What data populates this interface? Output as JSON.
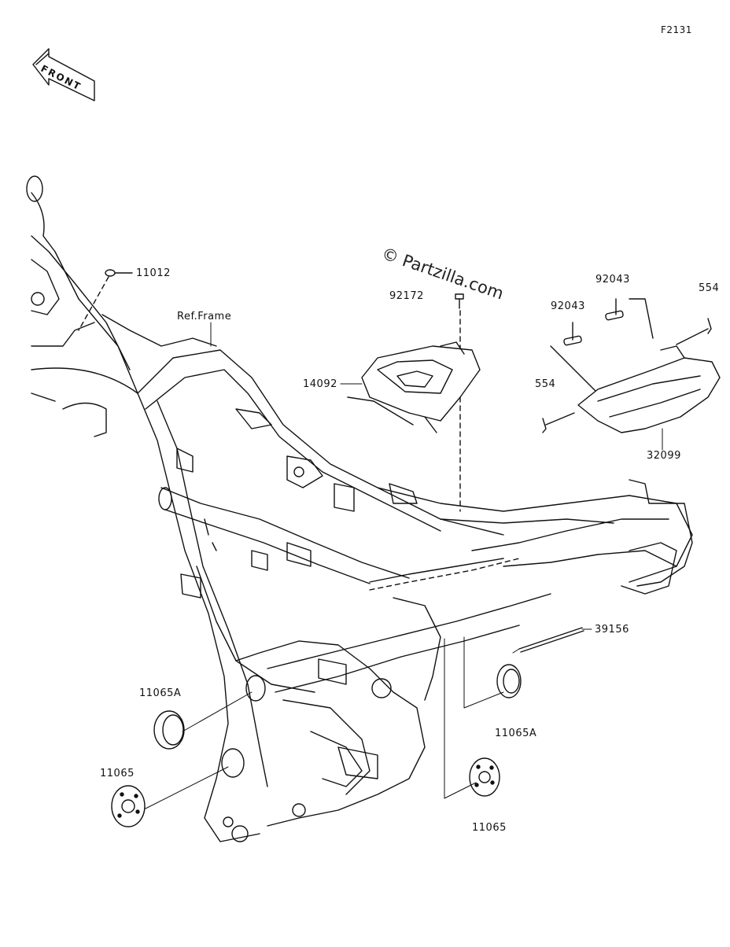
{
  "diagram_code": "F2131",
  "front_label": "FRONT",
  "ref_frame_label": "Ref.Frame",
  "watermark": "© Partzilla.com",
  "parts": {
    "p11012": "11012",
    "p92172": "92172",
    "p14092": "14092",
    "p92043_a": "92043",
    "p92043_b": "92043",
    "p554_a": "554",
    "p554_b": "554",
    "p32099": "32099",
    "p39156": "39156",
    "p11065A_a": "11065A",
    "p11065A_b": "11065A",
    "p11065_a": "11065",
    "p11065_b": "11065"
  },
  "colors": {
    "line": "#111111",
    "background": "#ffffff"
  }
}
